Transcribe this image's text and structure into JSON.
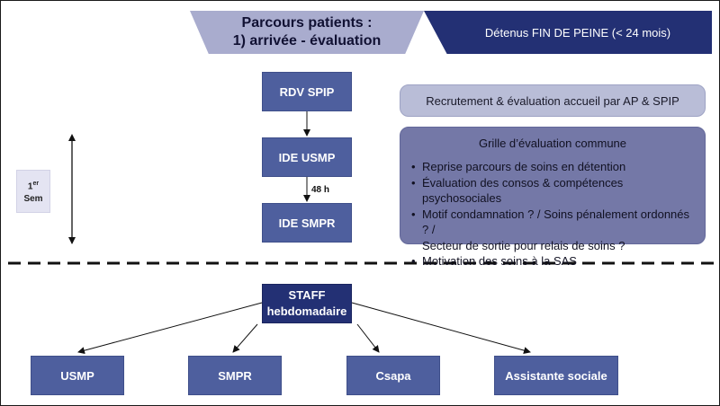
{
  "header": {
    "title_line1": "Parcours patients :",
    "title_line2": "1) arrivée - évaluation",
    "population": "Détenus FIN DE PEINE (< 24 mois)"
  },
  "flow": {
    "step1": "RDV SPIP",
    "step2": "IDE USMP",
    "step3": "IDE SMPR",
    "delay_label": "48 h"
  },
  "side": {
    "sem_num": "1",
    "sem_sup": "er",
    "sem_word": "Sem"
  },
  "recruitment": "Recrutement & évaluation accueil par AP & SPIP",
  "grid": {
    "title": "Grille d’évaluation commune",
    "items": [
      {
        "line1": "Reprise parcours de soins en détention"
      },
      {
        "line1": "Évaluation des consos & compétences psychosociales"
      },
      {
        "line1": "Motif condamnation ? / Soins pénalement ordonnés ? /",
        "line2": "Secteur de sortie pour relais de soins ?"
      },
      {
        "line1": "Motivation des soins à la SAS"
      }
    ],
    "bullet": "•"
  },
  "staff": {
    "line1": "STAFF",
    "line2": "hebdomadaire"
  },
  "destinations": [
    "USMP",
    "SMPR",
    "Csapa",
    "Assistante sociale"
  ],
  "colors": {
    "navy": "#233074",
    "step_blue": "#4e5f9e",
    "light_lavender": "#b9bdd7",
    "grid_purple": "#7478a7",
    "header_lavender": "#a9acce"
  }
}
